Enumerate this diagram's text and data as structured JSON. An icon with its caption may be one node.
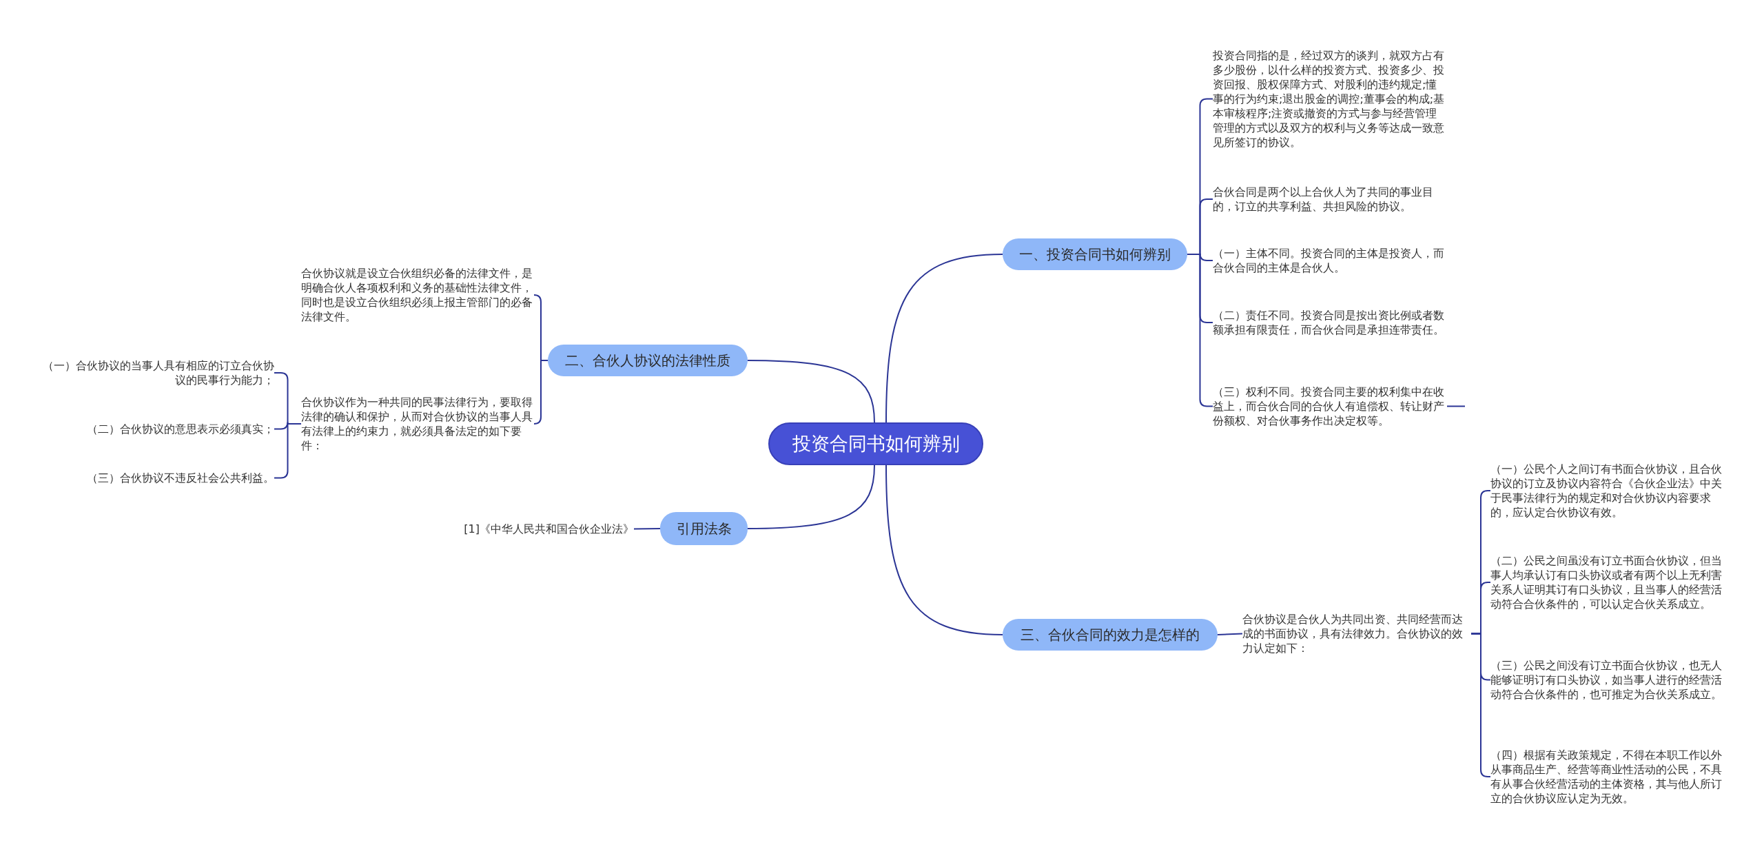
{
  "diagram": {
    "nodes": [
      {
        "text": [
          "投资合同书如何辨别"
        ]
      },
      {
        "text": [
          "一、投资合同书如何辨别"
        ]
      },
      {
        "text": [
          "投资合同指的是，经过双方的谈判，就双方占有多少股份，以什么样的投资方式、投资多少、投资回报、股权保障方式、对股利的违约规定;懂事的行为约束;退出股金的调控;董事会的构成;基本审核程序;注资或撤资的方式与参与经营管理管理的方式以及双方的权利与义务等达成一致意见所签订的协议。"
        ]
      },
      {
        "text": [
          "合伙合同是两个以上合伙人为了共同的事业目的，订立的共享利益、共担风险的协议。"
        ]
      },
      {
        "text": [
          "（一）主体不同。投资合同的主体是投资人，而合伙合同的主体是合伙人。"
        ]
      },
      {
        "text": [
          "（二）责任不同。投资合同是按出资比例或者数额承担有限责任，而合伙合同是承担连带责任。"
        ]
      },
      {
        "text": [
          "（三）权利不同。投资合同主要的权利集中在收益上，而合伙合同的合伙人有追偿权、转让财产份额权、对合伙事务作出决定权等。"
        ]
      },
      {
        "text": [
          "二、合伙人协议的法律性质"
        ]
      },
      {
        "text": [
          "合伙协议就是设立合伙组织必备的法律文件，是明确合伙人各项权利和义务的基础性法律文件，同时也是设立合伙组织必须上报主管部门的必备法律文件。"
        ]
      },
      {
        "text": [
          "合伙协议作为一种共同的民事法律行为，要取得法律的确认和保护，从而对合伙协议的当事人具有法律上的约束力，就必须具备法定的如下要件："
        ]
      },
      {
        "text": [
          "（一）合伙协议的当事人具有相应的订立合伙协议的民事行为能力；"
        ]
      },
      {
        "text": [
          "（二）合伙协议的意思表示必须真实；"
        ]
      },
      {
        "text": [
          "（三）合伙协议不违反社会公共利益。"
        ]
      },
      {
        "text": [
          "引用法条"
        ]
      },
      {
        "text": [
          "[1]《中华人民共和国合伙企业法》"
        ]
      },
      {
        "text": [
          "三、合伙合同的效力是怎样的"
        ]
      },
      {
        "text": [
          "合伙协议是合伙人为共同出资、共同经营而达成的书面协议，具有法律效力。合伙协议的效力认定如下："
        ]
      },
      {
        "text": [
          "（一）公民个人之间订有书面合伙协议，且合伙协议的订立及协议内容符合《合伙企业法》中关于民事法律行为的规定和对合伙协议内容要求的，应认定合伙协议有效。"
        ]
      },
      {
        "text": [
          "（二）公民之间虽没有订立书面合伙协议，但当事人均承认订有口头协议或者有两个以上无利害关系人证明其订有口头协议，且当事人的经营活动符合合伙条件的，可以认定合伙关系成立。"
        ]
      },
      {
        "text": [
          "（三）公民之间没有订立书面合伙协议，也无人能够证明订有口头协议，如当事人进行的经营活动符合合伙条件的，也可推定为合伙关系成立。"
        ]
      },
      {
        "text": [
          "（四）根据有关政策规定，不得在本职工作以外从事商品生产、经营等商业性活动的公民，不具有从事合伙经营活动的主体资格，其与他人所订立的合伙协议应认定为无效。"
        ]
      }
    ],
    "edges": [
      {
        "from": 0,
        "to": 1,
        "arrow": "none"
      },
      {
        "from": 0,
        "to": 7,
        "arrow": "none"
      },
      {
        "from": 0,
        "to": 13,
        "arrow": "none"
      },
      {
        "from": 0,
        "to": 15,
        "arrow": "none"
      },
      {
        "from": 1,
        "to": 2,
        "arrow": "none"
      },
      {
        "from": 1,
        "to": 3,
        "arrow": "none"
      },
      {
        "from": 1,
        "to": 4,
        "arrow": "none"
      },
      {
        "from": 1,
        "to": 5,
        "arrow": "none"
      },
      {
        "from": 1,
        "to": 6,
        "arrow": "none"
      },
      {
        "from": 6,
        "to": null,
        "arrow": "none"
      },
      {
        "from": 7,
        "to": 8,
        "arrow": "none"
      },
      {
        "from": 7,
        "to": 9,
        "arrow": "none"
      },
      {
        "from": 9,
        "to": 10,
        "arrow": "none"
      },
      {
        "from": 9,
        "to": 11,
        "arrow": "none"
      },
      {
        "from": 9,
        "to": 12,
        "arrow": "none"
      },
      {
        "from": 13,
        "to": 14,
        "arrow": "none"
      },
      {
        "from": 15,
        "to": 16,
        "arrow": "none"
      },
      {
        "from": 16,
        "to": 17,
        "arrow": "none"
      },
      {
        "from": 16,
        "to": 18,
        "arrow": "none"
      },
      {
        "from": 16,
        "to": 19,
        "arrow": "none"
      },
      {
        "from": 16,
        "to": 20,
        "arrow": "none"
      }
    ]
  }
}
